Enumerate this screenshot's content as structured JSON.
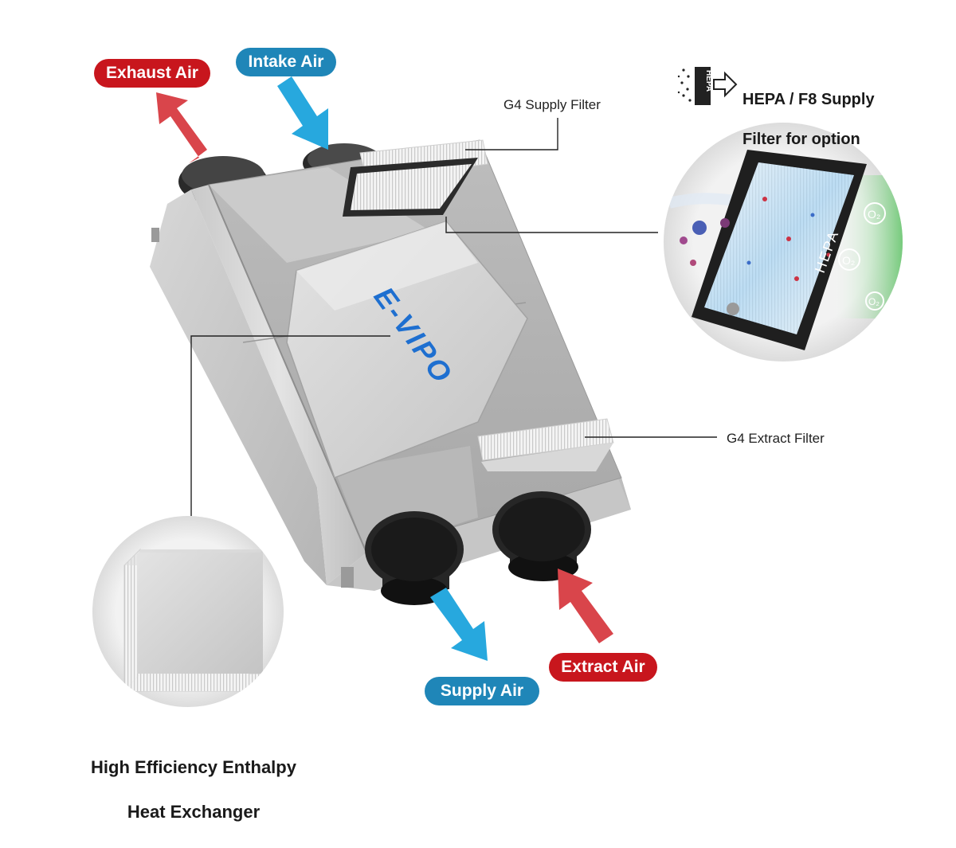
{
  "labels": {
    "exhaust_air": "Exhaust Air",
    "intake_air": "Intake Air",
    "supply_air": "Supply Air",
    "extract_air": "Extract Air",
    "g4_supply_filter": "G4 Supply Filter",
    "g4_extract_filter": "G4 Extract Filter",
    "hepa_option_line1": "HEPA / F8 Supply",
    "hepa_option_line2": "Filter for option",
    "hepa_icon_text": "HEPA",
    "hepa_panel_text": "HEPA",
    "exchanger_line1": "High Efficiency Enthalpy",
    "exchanger_line2": "Heat Exchanger",
    "brand": "E-VIPO",
    "o2": "O₂"
  },
  "colors": {
    "red_pill": "#c8161d",
    "blue_pill": "#1f86b8",
    "red_arrow": "#d9454b",
    "blue_arrow": "#27a8de",
    "brand_blue": "#1e6fd0",
    "casing": "#d9d9d9",
    "duct": "#1c1c1c"
  }
}
